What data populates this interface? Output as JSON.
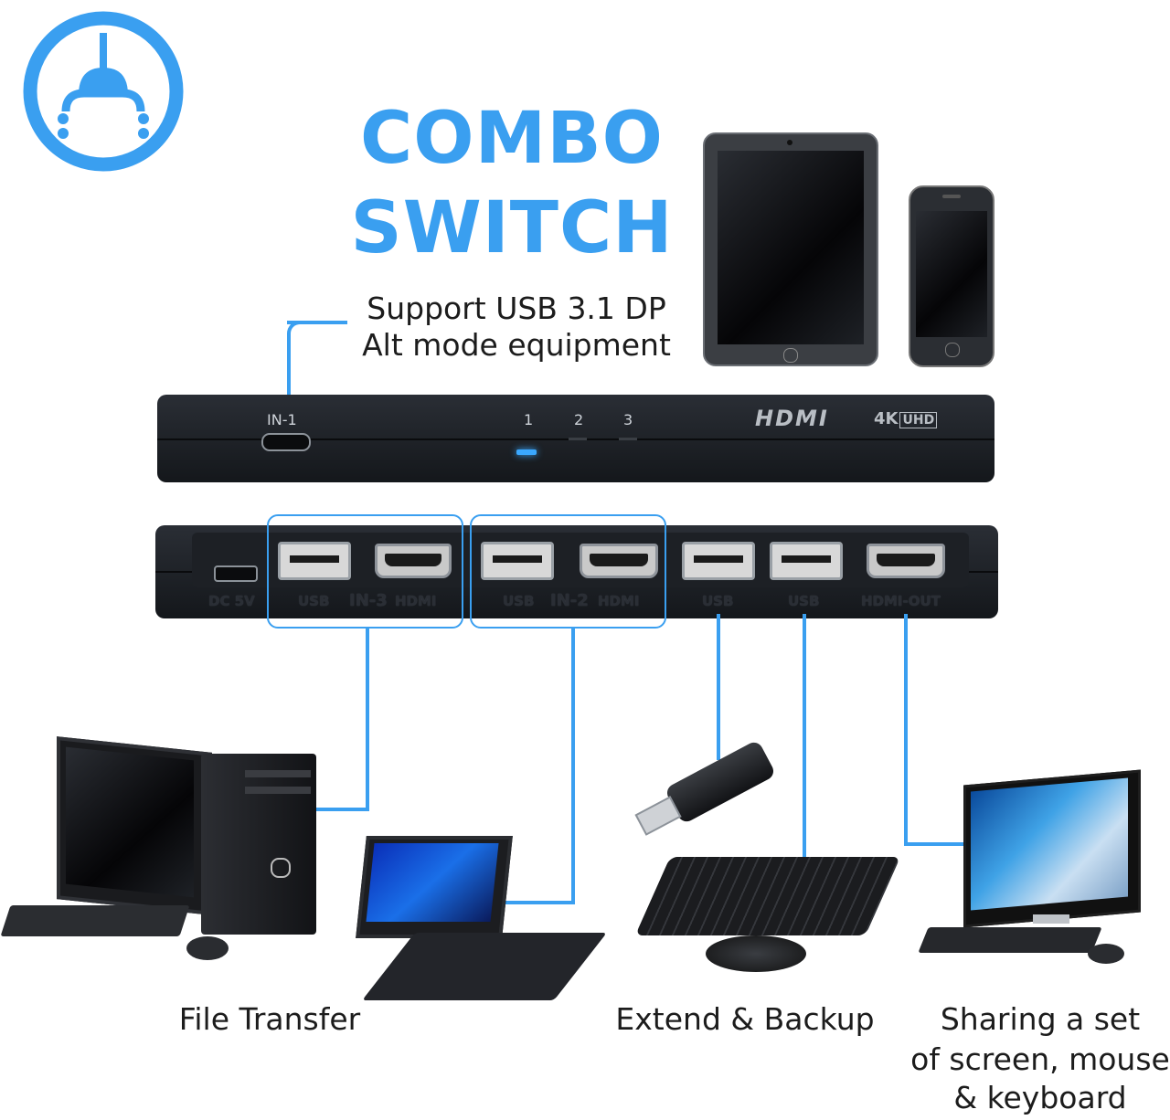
{
  "title": {
    "line1": "COMBO",
    "line2": "SWITCH"
  },
  "support": {
    "line1": "Support USB 3.1 DP",
    "line2": "Alt mode equipment"
  },
  "front_panel": {
    "in1_label": "IN-1",
    "indicators": [
      "1",
      "2",
      "3"
    ],
    "hdmi_logo": "HDMI",
    "uhd_prefix": "4K",
    "uhd_box": "UHD"
  },
  "back_panel": {
    "dc_label": "DC 5V",
    "in3": {
      "usb": "USB",
      "name": "IN-3",
      "hdmi": "HDMI"
    },
    "in2": {
      "usb": "USB",
      "name": "IN-2",
      "hdmi": "HDMI"
    },
    "usb_a": "USB",
    "usb_b": "USB",
    "hdmi_out": "HDMI-OUT"
  },
  "captions": {
    "file_transfer": "File Transfer",
    "extend_backup": "Extend & Backup",
    "sharing_line1": "Sharing a set",
    "sharing_line2": "of screen, mouse",
    "sharing_line3": "& keyboard"
  },
  "colors": {
    "accent": "#3a9ff0",
    "device": "#1b1e23"
  },
  "icons": [
    "usb-logo-icon",
    "tablet-icon",
    "phone-icon",
    "desktop-pc-icon",
    "laptop-icon",
    "usb-flash-drive-icon",
    "keyboard-mouse-icon",
    "all-in-one-pc-icon"
  ]
}
